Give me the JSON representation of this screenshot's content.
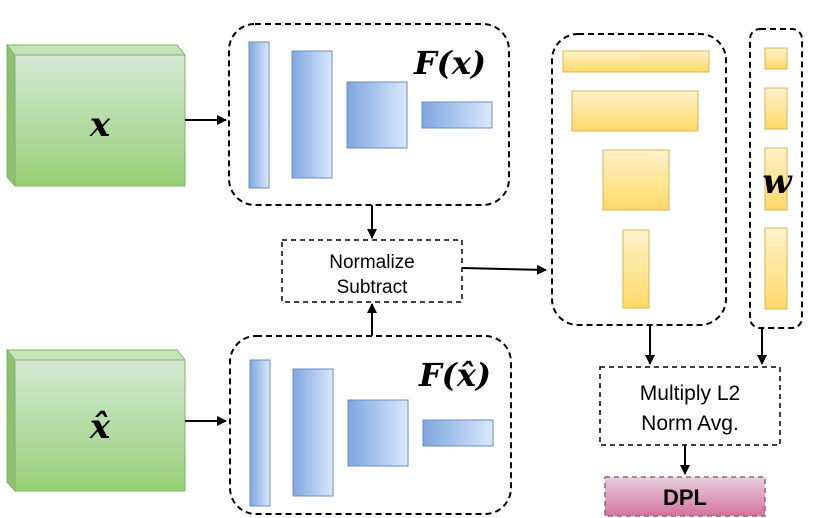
{
  "inputs": {
    "x_label": "x",
    "xhat_label": "x̂"
  },
  "feature_blocks": {
    "top_label": "F(x)",
    "top_label_prefix": "F(",
    "top_label_var": "x",
    "top_label_suffix": ")",
    "bottom_label_prefix": "F(",
    "bottom_label_var": "x̂",
    "bottom_label_suffix": ")"
  },
  "operations": {
    "normalize_line1": "Normalize",
    "normalize_line2": "Subtract",
    "multiply_line1": "Multiply L2",
    "multiply_line2": "Norm Avg."
  },
  "weights": {
    "label": "w"
  },
  "output": {
    "label": "DPL"
  },
  "colors": {
    "green_front": "#a3d68a",
    "blue_bar": "#7ea6e0",
    "yellow_bar": "#ffd966",
    "pink_box": "#e6a0c4"
  }
}
